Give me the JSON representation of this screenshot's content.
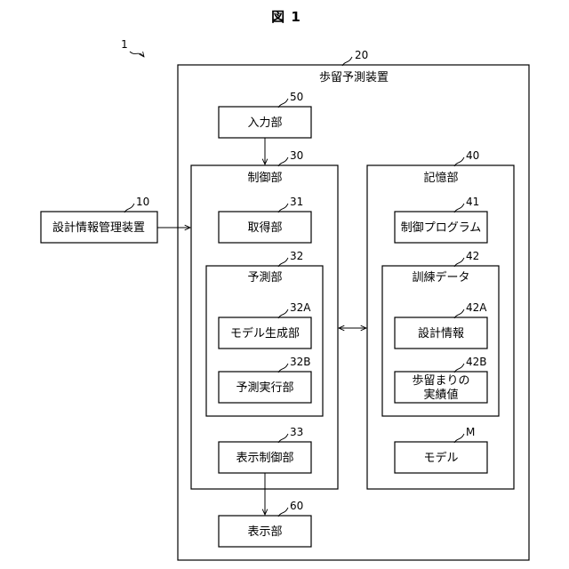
{
  "figure_title": "図 1",
  "system_ref": "1",
  "prediction_device": {
    "ref": "20",
    "label": "歩留予測装置"
  },
  "input_unit": {
    "ref": "50",
    "label": "入力部"
  },
  "control_unit": {
    "ref": "30",
    "label": "制御部"
  },
  "acquisition_unit": {
    "ref": "31",
    "label": "取得部"
  },
  "prediction_unit": {
    "ref": "32",
    "label": "予測部"
  },
  "model_generation_unit": {
    "ref": "32A",
    "label": "モデル生成部"
  },
  "prediction_execution_unit": {
    "ref": "32B",
    "label": "予測実行部"
  },
  "display_control_unit": {
    "ref": "33",
    "label": "表示制御部"
  },
  "display_unit": {
    "ref": "60",
    "label": "表示部"
  },
  "design_info_management_device": {
    "ref": "10",
    "label": "設計情報管理装置"
  },
  "storage_unit": {
    "ref": "40",
    "label": "記憶部"
  },
  "control_program": {
    "ref": "41",
    "label": "制御プログラム"
  },
  "training_data": {
    "ref": "42",
    "label": "訓練データ"
  },
  "design_info": {
    "ref": "42A",
    "label": "設計情報"
  },
  "yield_actual": {
    "ref": "42B",
    "label_line1": "歩留まりの",
    "label_line2": "実績値"
  },
  "model": {
    "ref": "M",
    "label": "モデル"
  }
}
